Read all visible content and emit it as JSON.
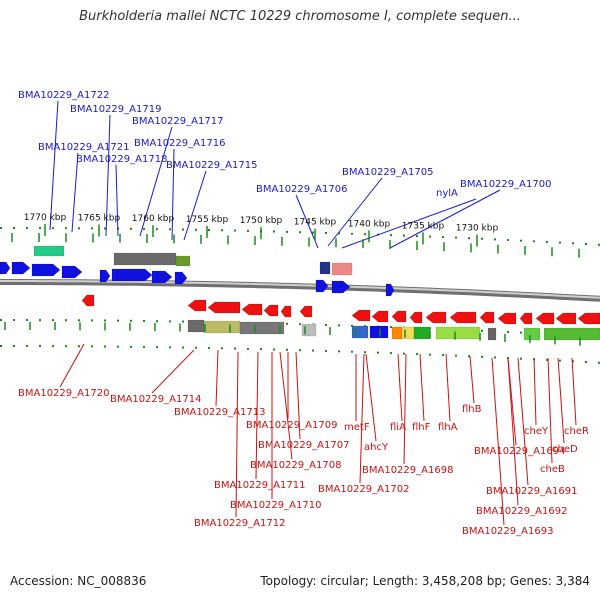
{
  "title": "Burkholderia mallei NCTC 10229 chromosome I, complete sequen...",
  "footer": {
    "accession": "Accession: NC_008836",
    "summary": "Topology: circular; Length: 3,458,208 bp; Genes: 3,384"
  },
  "colors": {
    "forward": "#1010e0",
    "reverse": "#ee1111",
    "label_forward": "#1a1ad0",
    "label_reverse": "#cc1111",
    "backbone": "#8a8a8a"
  },
  "scale": {
    "ticks": [
      {
        "label": "1770 kbp",
        "kbp": 1770
      },
      {
        "label": "1765 kbp",
        "kbp": 1765
      },
      {
        "label": "1760 kbp",
        "kbp": 1760
      },
      {
        "label": "1755 kbp",
        "kbp": 1755
      },
      {
        "label": "1750 kbp",
        "kbp": 1750
      },
      {
        "label": "1745 kbp",
        "kbp": 1745
      },
      {
        "label": "1740 kbp",
        "kbp": 1740
      },
      {
        "label": "1735 kbp",
        "kbp": 1735
      },
      {
        "label": "1730 kbp",
        "kbp": 1730
      }
    ]
  },
  "labels_forward": [
    "BMA10229_A1722",
    "BMA10229_A1719",
    "BMA10229_A1717",
    "BMA10229_A1721",
    "BMA10229_A1716",
    "BMA10229_A1718",
    "BMA10229_A1715",
    "BMA10229_A1705",
    "BMA10229_A1706",
    "nylA",
    "BMA10229_A1700"
  ],
  "labels_reverse": [
    "BMA10229_A1720",
    "BMA10229_A1714",
    "BMA10229_A1713",
    "BMA10229_A1709",
    "BMA10229_A1707",
    "BMA10229_A1708",
    "BMA10229_A1711",
    "BMA10229_A1710",
    "BMA10229_A1712",
    "metF",
    "ahcY",
    "fliA",
    "flhF",
    "flhA",
    "flhB",
    "BMA10229_A1698",
    "BMA10229_A1702",
    "BMA10229_A1694",
    "cheY",
    "cheB",
    "cheD",
    "cheR",
    "BMA10229_A1691",
    "BMA10229_A1692",
    "BMA10229_A1693"
  ]
}
